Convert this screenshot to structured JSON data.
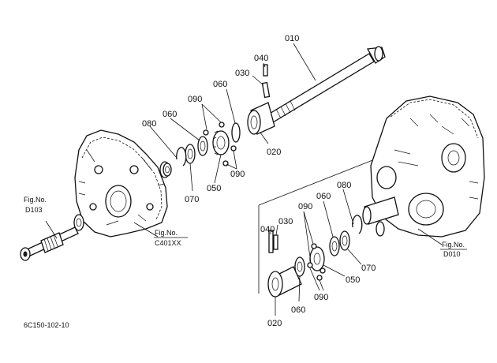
{
  "parts": {
    "p010": "010",
    "p020_upper": "020",
    "p020_lower": "020",
    "p030_upper": "030",
    "p030_lower": "030",
    "p040_upper": "040",
    "p040_lower": "040",
    "p050_upper": "050",
    "p050_lower": "050",
    "p060_upper_a": "060",
    "p060_upper_b": "060",
    "p060_lower_a": "060",
    "p060_lower_b": "060",
    "p070_upper": "070",
    "p070_lower": "070",
    "p080_upper": "080",
    "p080_lower": "080",
    "p090_upper_a": "090",
    "p090_upper_b": "090",
    "p090_lower_a": "090",
    "p090_lower_b": "090"
  },
  "refs": {
    "d103_label": "Fig.No.",
    "d103_code": "D103",
    "c401_label": "Fig.No.",
    "c401_code": "C401XX",
    "d010_label": "Fig.No.",
    "d010_code": "D010"
  },
  "footer": {
    "drawing_id": "6C150-102-10"
  }
}
